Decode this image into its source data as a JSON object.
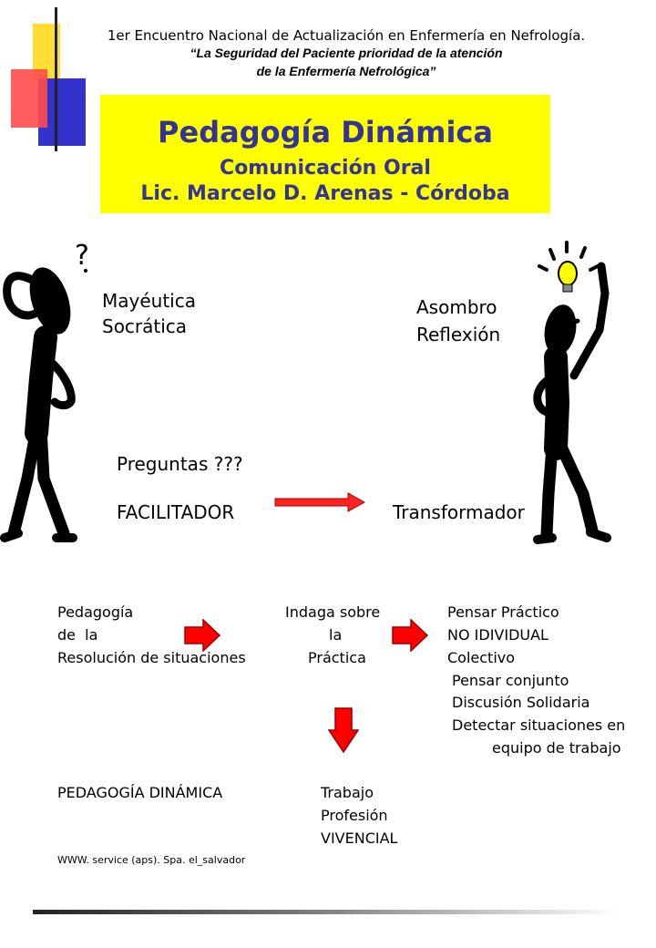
{
  "header": {
    "line1": "1er Encuentro Nacional de Actualización en Enfermería en Nefrología.",
    "line2": "“La Seguridad del Paciente prioridad de la atención",
    "line3": "de la Enfermería Nefrológica”"
  },
  "title_box": {
    "title": "Pedagogía Dinámica",
    "subtitle": "Comunicación Oral",
    "author": "Lic. Marcelo D.  Arenas - Córdoba",
    "background": "#ffff00",
    "text_color": "#333399"
  },
  "left_figure": {
    "label_line1": "Mayéutica",
    "label_line2": "Socrática"
  },
  "right_figure": {
    "label_line1": "Asombro",
    "label_line2": "Reflexión"
  },
  "middle": {
    "questions": "Preguntas ???",
    "facilitator": "FACILITADOR",
    "transformer": "Transformador"
  },
  "flow": {
    "col1": [
      "Pedagogía",
      "de  la",
      "Resolución de situaciones"
    ],
    "col2": [
      "Indaga sobre",
      "la",
      "Práctica"
    ],
    "col3": [
      "Pensar Práctico",
      "NO IDIVIDUAL",
      "Colectivo",
      "Pensar conjunto",
      "Discusión Solidaria",
      "Detectar situaciones en",
      "equipo de trabajo"
    ]
  },
  "bottom": {
    "label": "PEDAGOGÍA DINÁMICA",
    "items": [
      "Trabajo",
      "Profesión",
      "VIVENCIAL"
    ]
  },
  "footer": {
    "source": "WWW. service (aps). Spa. el_salvador"
  },
  "colors": {
    "arrow": "#ff0000",
    "deco_yellow": "#ffdd33",
    "deco_blue": "#3333cc",
    "deco_red": "#ff4444"
  }
}
